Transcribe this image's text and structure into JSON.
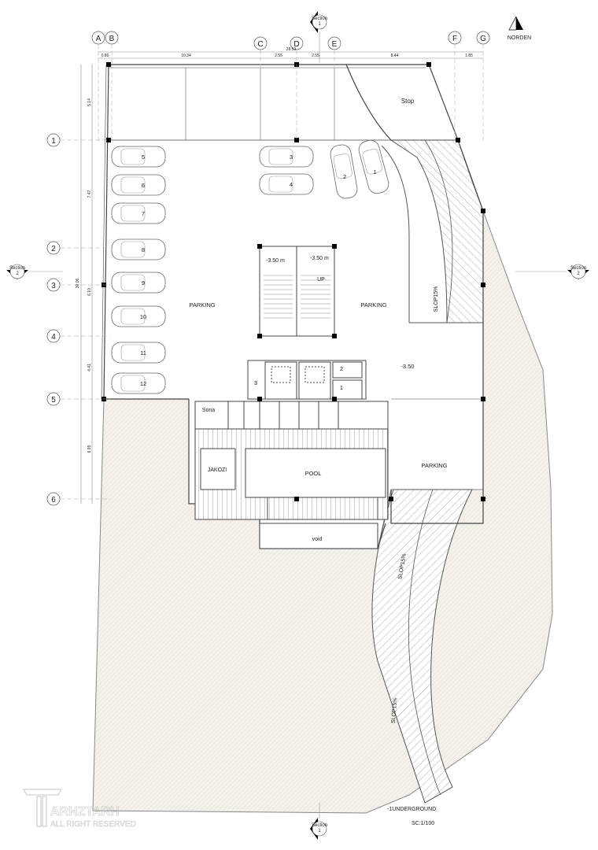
{
  "drawing": {
    "level_label": "-1UNDERGROUND",
    "scale_label": "SC:1/100",
    "north_label": "NORDEN",
    "logo_name": "ARHZTARH",
    "logo_rights": "ALL RIGHT RESERVED"
  },
  "grid": {
    "columns": [
      "A",
      "B",
      "C",
      "D",
      "E",
      "F",
      "G"
    ],
    "rows": [
      "1",
      "2",
      "3",
      "4",
      "5",
      "6"
    ]
  },
  "dimensions": {
    "total_horizontal": "28.53",
    "horizontal": [
      "0.80",
      "10.34",
      "2.55",
      "2.55",
      "8.44",
      "1.85"
    ],
    "total_vertical": "30.06",
    "vertical": [
      "5.14",
      "7.47",
      "6.10",
      "4.41",
      "6.95"
    ]
  },
  "sections": {
    "top": {
      "label": "Section",
      "number": "1"
    },
    "bottom": {
      "label": "Section",
      "number": "1"
    },
    "left": {
      "label": "Section",
      "number": "2"
    },
    "right": {
      "label": "Section",
      "number": "2"
    }
  },
  "rooms": {
    "stop": "Stop",
    "parking_left": "PARKING",
    "parking_right": "PARKING",
    "parking_lower": "PARKING",
    "level": "-3.50",
    "stair_level_left": "-3.50 m",
    "stair_level_right": "-3.50 m",
    "stair_up": "UP",
    "sona": "Sona",
    "jakozi": "JAKOZI",
    "pool": "POOL",
    "void": "void",
    "core_1": "1",
    "core_2": "2",
    "core_3": "3",
    "ramp_upper": "SLOP15%",
    "ramp_lower_1": "SLOP15%",
    "ramp_lower_2": "SLOP15%"
  },
  "parking_spaces": [
    "1",
    "2",
    "3",
    "4",
    "5",
    "6",
    "7",
    "8",
    "9",
    "10",
    "11",
    "12"
  ],
  "colors": {
    "line": "#333333",
    "terrain": "#f3efe9",
    "hatch": "#b8b0a6",
    "column": "#000000"
  }
}
